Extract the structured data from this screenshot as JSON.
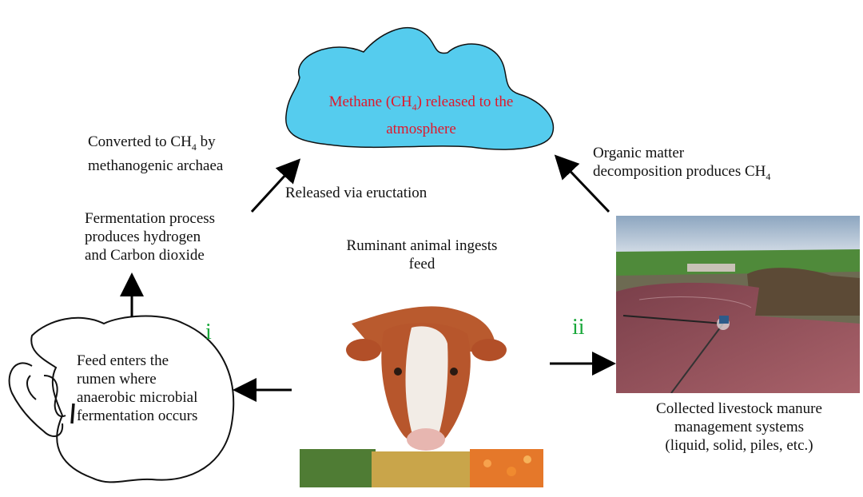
{
  "cloud": {
    "line1_pre": "Methane (CH",
    "line1_sub": "4",
    "line1_post": ") released to the",
    "line2": "atmosphere"
  },
  "converted": {
    "line1_pre": "Converted to CH",
    "line1_sub": "4",
    "line1_post": " by",
    "line2": "methanogenic archaea"
  },
  "eructation": "Released via eructation",
  "organic": {
    "line1": "Organic matter",
    "line2_pre": "decomposition produces CH",
    "line2_sub": "4"
  },
  "fermentation": {
    "line1": "Fermentation process",
    "line2": "produces hydrogen",
    "line3": "and Carbon dioxide"
  },
  "ruminant": {
    "line1": "Ruminant animal ingests",
    "line2": "feed"
  },
  "rumen": {
    "line1": "Feed enters the",
    "line2": "rumen where",
    "line3": "anaerobic microbial",
    "line4": "fermentation occurs"
  },
  "manure": {
    "line1": "Collected livestock manure",
    "line2": "management systems",
    "line3": "(liquid, solid, piles, etc.)"
  },
  "markers": {
    "pathway_i": "i",
    "pathway_ii": "ii"
  },
  "colors": {
    "cloud_fill": "#55ccee",
    "cloud_text": "#e0182b",
    "marker": "#19a83a"
  },
  "icons": [
    "rumen-outline-icon",
    "cow-feeding-image",
    "manure-lagoon-image",
    "methane-cloud-icon"
  ]
}
